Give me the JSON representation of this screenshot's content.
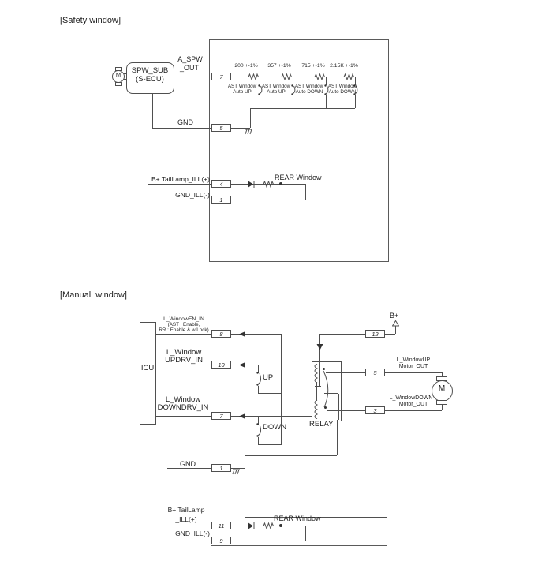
{
  "safety": {
    "title": "[Safety window]",
    "ecu": {
      "name": "SPW_SUB",
      "sub": "(S-ECU)",
      "motor_letter": "M"
    },
    "out_label_1": "A_SPW",
    "out_label_2": "_OUT",
    "gnd_label": "GND",
    "ill_pos_label": "B+ TailLamp_ILL(+)",
    "ill_neg_label": "GND_ILL(-)",
    "rear_window_label": "REAR Window",
    "pins": {
      "out": "7",
      "gnd": "5",
      "ill_pos": "4",
      "ill_neg": "1"
    },
    "resistors": [
      {
        "value": "200 +-1%",
        "sw1": "AST Window",
        "sw2": "Auto UP"
      },
      {
        "value": "357 +-1%",
        "sw1": "AST Window",
        "sw2": "Auto UP"
      },
      {
        "value": "715 +-1%",
        "sw1": "AST Window",
        "sw2": "Auto DOWN"
      },
      {
        "value": "2.15K +-1%",
        "sw1": "AST Window",
        "sw2": "Auto DOWN"
      }
    ]
  },
  "manual": {
    "title": "[Manual  window]",
    "icu_label": "ICU",
    "en_1": "L_WindowEN_IN",
    "en_2": "(AST : Enable,",
    "en_3": "RR : Enable & w/Lock)",
    "updrv_1": "L_Window",
    "updrv_2": "UPDRV_IN",
    "downdrv_1": "L_Window",
    "downdrv_2": "DOWNDRV_IN",
    "up_label": "UP",
    "down_label": "DOWN",
    "relay_label": "RELAY",
    "gnd_label": "GND",
    "bplus_label": "B+",
    "ill_pos_1": "B+ TailLamp",
    "ill_pos_2": "_ILL(+)",
    "ill_neg_label": "GND_ILL(-)",
    "rear_window_label": "REAR Window",
    "motor_up_1": "L_WindowUP",
    "motor_up_2": "Motor_OUT",
    "motor_down_1": "L_WindowDOWN",
    "motor_down_2": "Motor_OUT",
    "motor_letter": "M",
    "pins": {
      "en": "8",
      "updrv": "10",
      "downdrv": "7",
      "gnd": "1",
      "ill_pos": "11",
      "ill_neg": "9",
      "bplus": "12",
      "motor_up": "5",
      "motor_down": "3"
    }
  }
}
